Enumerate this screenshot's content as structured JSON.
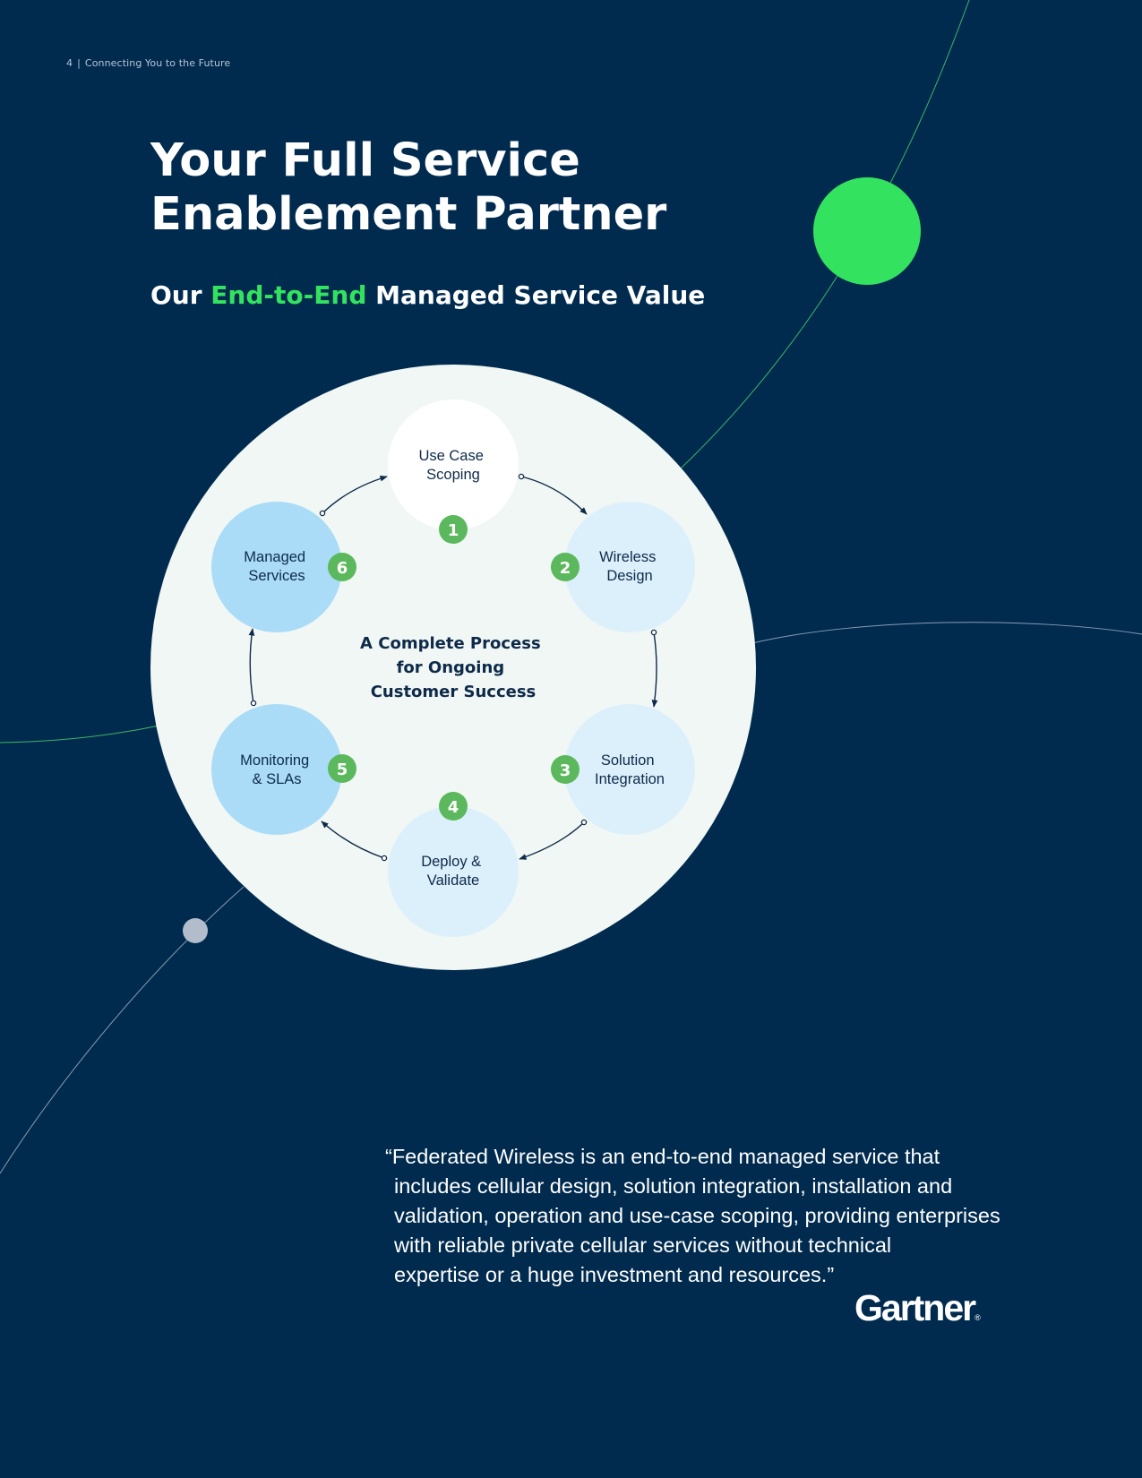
{
  "header": {
    "page_number": "4",
    "separator": "|",
    "section": "Connecting You to the Future"
  },
  "title": {
    "line1": "Your Full Service",
    "line2": "Enablement Partner"
  },
  "subtitle": {
    "prefix": "Our",
    "highlight": "End-to-End",
    "suffix": "Managed Service Value"
  },
  "diagram": {
    "center_lines": [
      "A Complete Process",
      "for Ongoing",
      "Customer Success"
    ],
    "steps": [
      {
        "number": "1",
        "lines": [
          "Use Case",
          "Scoping"
        ]
      },
      {
        "number": "2",
        "lines": [
          "Wireless",
          "Design"
        ]
      },
      {
        "number": "3",
        "lines": [
          "Solution",
          "Integration"
        ]
      },
      {
        "number": "4",
        "lines": [
          "Deploy &",
          "Validate"
        ]
      },
      {
        "number": "5",
        "lines": [
          "Monitoring",
          "& SLAs"
        ]
      },
      {
        "number": "6",
        "lines": [
          "Managed",
          "Services"
        ]
      }
    ]
  },
  "quote": {
    "lines": [
      "“Federated Wireless is an end-to-end managed service that",
      "includes cellular design, solution integration, installation and",
      "validation, operation and use-case scoping, providing enterprises",
      "with reliable private cellular services without technical",
      "expertise or a huge investment and resources.”"
    ],
    "attribution": "Gartner",
    "attribution_mark": "®"
  },
  "colors": {
    "background": "#002b4f",
    "accent_green": "#33e35f",
    "badge_green": "#5cb85c",
    "process_panel": "#f1f7f4",
    "step_light_blue": "#dcf0fc",
    "step_mid_blue": "#aadcf7",
    "step_white": "#ffffff",
    "diagram_text": "#0e2a4a"
  }
}
